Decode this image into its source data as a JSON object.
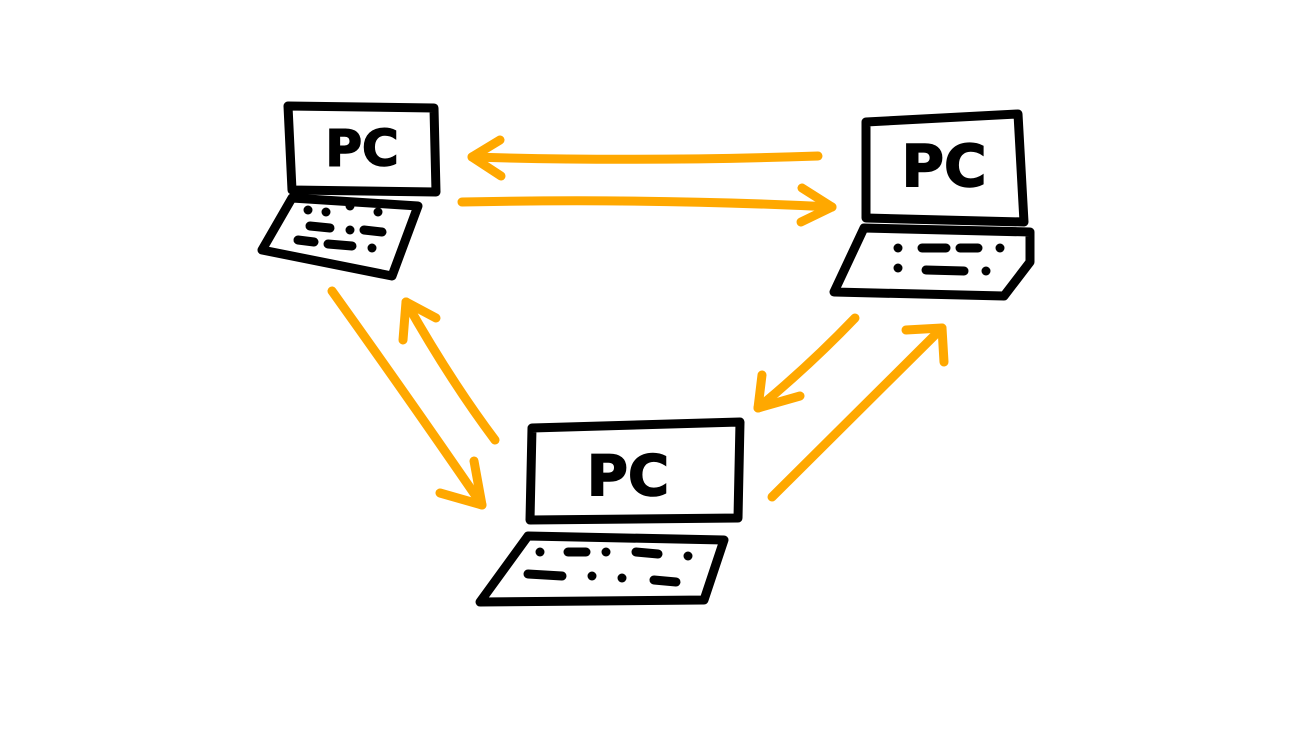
{
  "diagram": {
    "nodes": [
      {
        "id": "pc-top-left",
        "label": "PC"
      },
      {
        "id": "pc-top-right",
        "label": "PC"
      },
      {
        "id": "pc-bottom",
        "label": "PC"
      }
    ],
    "edges": [
      {
        "from": "pc-top-right",
        "to": "pc-top-left"
      },
      {
        "from": "pc-top-left",
        "to": "pc-top-right"
      },
      {
        "from": "pc-top-left",
        "to": "pc-bottom"
      },
      {
        "from": "pc-bottom",
        "to": "pc-top-left"
      },
      {
        "from": "pc-top-right",
        "to": "pc-bottom"
      },
      {
        "from": "pc-bottom",
        "to": "pc-top-right"
      }
    ],
    "colors": {
      "arrow": "#FFA800",
      "ink": "#000000",
      "background": "#FFFFFF"
    }
  }
}
